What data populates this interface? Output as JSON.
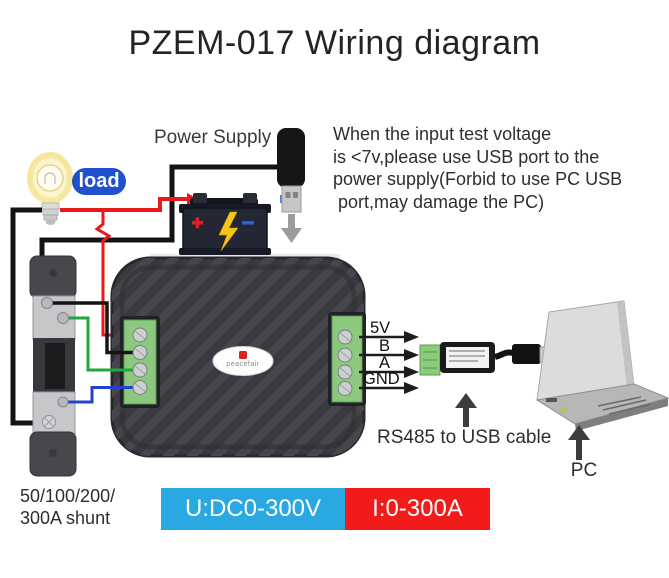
{
  "title": "PZEM-017 Wiring diagram",
  "labels": {
    "power_supply": "Power Supply",
    "load": "load",
    "usb_note": "When the input test voltage\nis <7v,please use USB port to the\npower supply(Forbid to use PC USB\n port,may damage the PC)",
    "rs485_cable": "RS485 to USB cable",
    "pc": "PC",
    "shunt": "50/100/200/\n300A shunt"
  },
  "pins": [
    "5V",
    "B",
    "A",
    "GND"
  ],
  "device": {
    "brand": "peacefair"
  },
  "badges": {
    "voltage": {
      "text": "U:DC0-300V",
      "color": "#29a8e2"
    },
    "current": {
      "text": "I:0-300A",
      "color": "#f31a1a"
    }
  },
  "colors": {
    "load_pill": "#2150cf",
    "wire_red": "#e8191c",
    "wire_black": "#141414",
    "wire_green": "#1fa83c",
    "wire_blue": "#2440cf",
    "device_body": "#3a393f",
    "terminal_green": "#8cc97f"
  }
}
